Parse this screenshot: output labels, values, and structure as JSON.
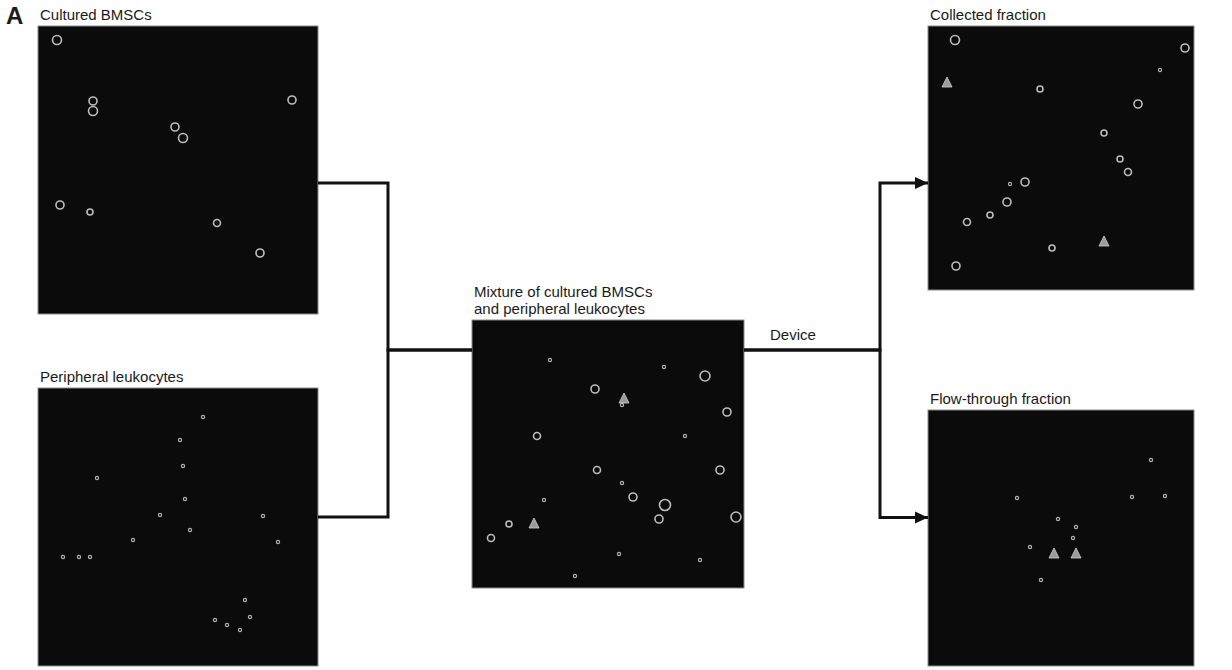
{
  "diagram": {
    "nodes": [
      {
        "text": [
          "Cultured BMSCs"
        ]
      },
      {
        "text": [
          "Peripheral leukocytes"
        ]
      },
      {
        "text": [
          "Mixture of cultured BMSCs and peripheral leukocytes"
        ]
      },
      {
        "text": [
          "Collected fraction"
        ]
      },
      {
        "text": [
          "Flow-through fraction"
        ]
      }
    ],
    "edges": [
      {
        "from": 0,
        "to": 2,
        "arrow": "none"
      },
      {
        "from": 1,
        "to": 2,
        "arrow": "none"
      },
      {
        "from": 2,
        "to": 3,
        "arrow": "to"
      },
      {
        "from": 2,
        "to": 4,
        "arrow": "to"
      }
    ],
    "labels": [
      "A",
      "Device"
    ]
  }
}
